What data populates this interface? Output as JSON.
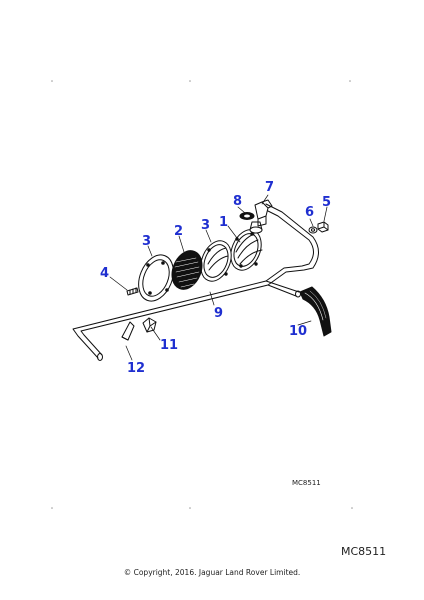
{
  "diagram": {
    "callouts": [
      {
        "id": "1",
        "label": "1"
      },
      {
        "id": "2",
        "label": "2"
      },
      {
        "id": "3a",
        "label": "3"
      },
      {
        "id": "3b",
        "label": "3"
      },
      {
        "id": "4",
        "label": "4"
      },
      {
        "id": "5",
        "label": "5"
      },
      {
        "id": "6",
        "label": "6"
      },
      {
        "id": "7",
        "label": "7"
      },
      {
        "id": "8",
        "label": "8"
      },
      {
        "id": "9",
        "label": "9"
      },
      {
        "id": "10",
        "label": "10"
      },
      {
        "id": "11",
        "label": "11"
      },
      {
        "id": "12",
        "label": "12"
      }
    ],
    "drawing_ref_small": "MC8511",
    "callout_color": "#1f2fd0",
    "line_color": "#111111"
  },
  "footer": {
    "drawing_ref": "MC8511",
    "copyright": "© Copyright, 2016. Jaguar Land Rover Limited."
  }
}
